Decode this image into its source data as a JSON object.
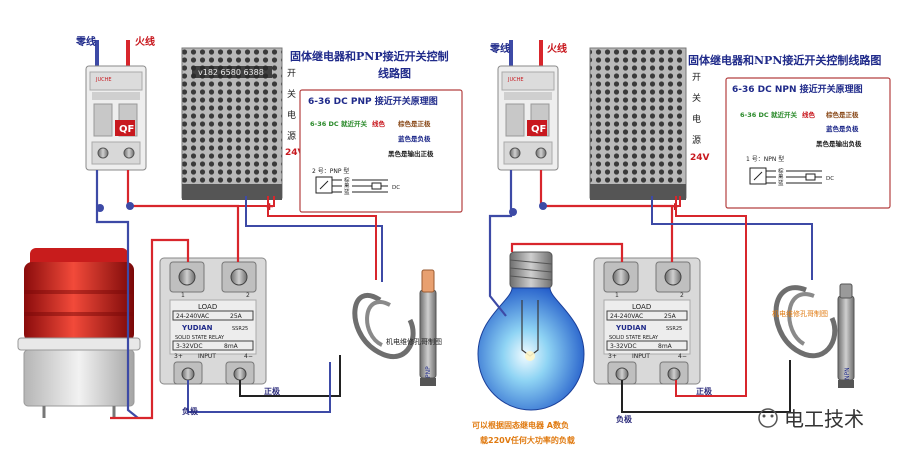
{
  "left": {
    "title_line1": "固体继电器和PNP接近开关控制",
    "title_line2": "线路图",
    "neutral_label": "零线",
    "live_label": "火线",
    "breaker_brand": "JUCHE",
    "breaker_qf": "QF",
    "psu_text": "v182 6580 6388",
    "psu_vertical": [
      "开",
      "关",
      "电",
      "源"
    ],
    "psu_voltage": "24V",
    "psu_minus": "−",
    "psu_plus": "+",
    "principle_title": "6-36 DC PNP 接近开关原理图",
    "principle_lead": "6-36 DC 就近开关",
    "principle_lead_red": "线色",
    "principle_brown": "棕色是正极",
    "principle_blue": "蓝色是负极",
    "principle_black": "黑色是输出正极",
    "schematic_label": "2 号：PNP 型",
    "schematic_brown": "棕",
    "schematic_black": "黑",
    "schematic_blue": "蓝",
    "schematic_dc": "DC",
    "relay_load": "LOAD",
    "relay_rating_ac": "24-240VAC",
    "relay_rating_a": "25A",
    "relay_brand": "YUDIAN",
    "relay_model": "SSR25",
    "relay_type": "SOLID STATE RELAY",
    "relay_rating_dc": "3-32VDC",
    "relay_rating_ma": "8mA",
    "relay_input": "INPUT",
    "relay_t1": "1",
    "relay_t2": "2",
    "relay_t3": "3+",
    "relay_t4": "4−",
    "sensor_note": "机电维修孔哥制图",
    "sensor_type": "PNP",
    "neg_label": "负极",
    "pos_label": "正极"
  },
  "right": {
    "title": "固体继电器和NPN接近开关控制线路图",
    "neutral_label": "零线",
    "live_label": "火线",
    "breaker_brand": "JUCHE",
    "breaker_qf": "QF",
    "psu_vertical": [
      "开",
      "关",
      "电",
      "源"
    ],
    "psu_voltage": "24V",
    "psu_minus": "−",
    "psu_plus": "+",
    "principle_title": "6-36 DC NPN 接近开关原理图",
    "principle_lead": "6-36 DC 就近开关",
    "principle_lead_red": "线色",
    "principle_brown": "棕色是正极",
    "principle_blue": "蓝色是负极",
    "principle_black": "黑色是输出负极",
    "schematic_label": "1 号：NPN 型",
    "schematic_brown": "棕",
    "schematic_black": "黑",
    "schematic_blue": "蓝",
    "schematic_dc": "DC",
    "relay_load": "LOAD",
    "relay_rating_ac": "24-240VAC",
    "relay_rating_a": "25A",
    "relay_brand": "YUDIAN",
    "relay_model": "SSR25",
    "relay_type": "SOLID STATE RELAY",
    "relay_rating_dc": "3-32VDC",
    "relay_rating_ma": "8mA",
    "relay_input": "INPUT",
    "relay_t1": "1",
    "relay_t2": "2",
    "relay_t3": "3+",
    "relay_t4": "4−",
    "sensor_note": "机电维修孔哥制图",
    "sensor_type": "NPN",
    "neg_label": "负极",
    "pos_label": "正极",
    "bulb_note_line1": "可以根据固态继电器 A数负",
    "bulb_note_line2": "载220V任何大功率的负载"
  },
  "watermark": "电工技术",
  "colors": {
    "red_wire": "#d8262c",
    "blue_wire": "#3d4aa6",
    "title_blue": "#1f2a8a",
    "title_red": "#c8181e",
    "green_text": "#2a8a2a",
    "brown_text": "#8a4a1a",
    "orange_text": "#e07a10"
  }
}
